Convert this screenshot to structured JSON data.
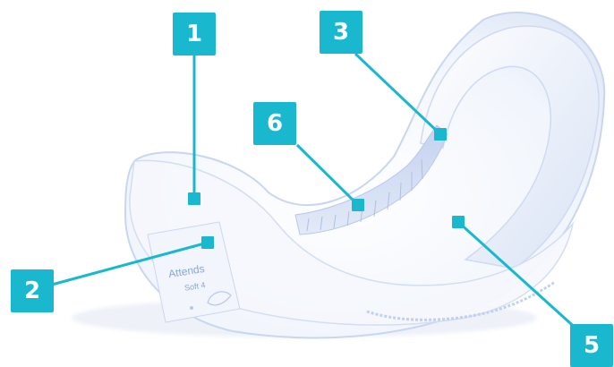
{
  "product": {
    "brand_label": "Attends",
    "size_label": "Soft 4"
  },
  "callouts": [
    {
      "number": "1"
    },
    {
      "number": "2"
    },
    {
      "number": "3"
    },
    {
      "number": "5"
    },
    {
      "number": "6"
    }
  ],
  "colors": {
    "callout_accent": "#1ab8cf",
    "pad_edge": "#c9d6f0",
    "pad_fill": "#eef2fb",
    "inner_channel": "#d3ddf3",
    "label_text": "#86a9d6"
  }
}
